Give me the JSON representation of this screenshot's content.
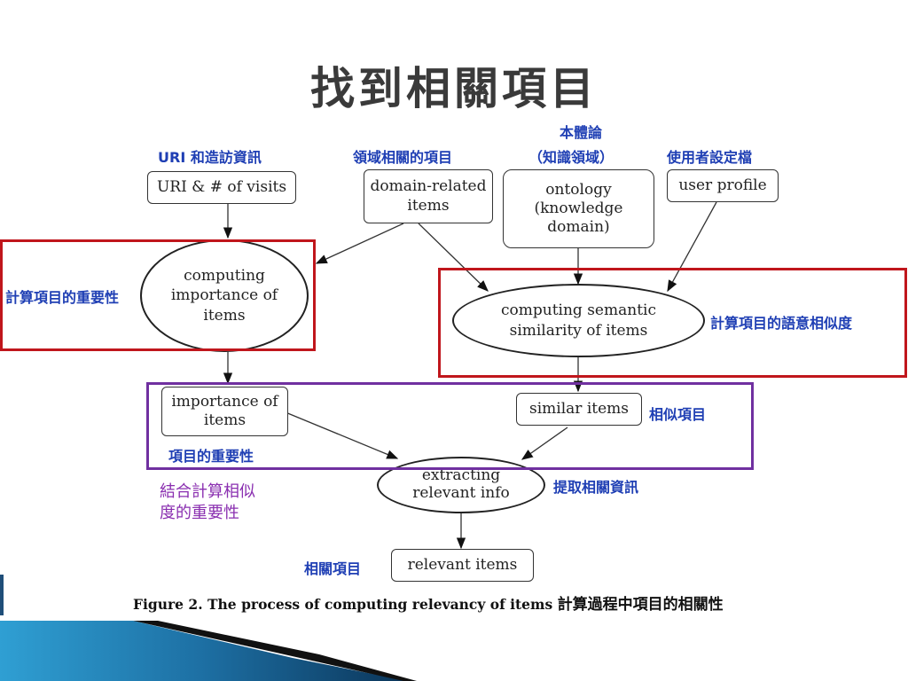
{
  "slide": {
    "title": "找到相關項目",
    "caption_en": "Figure 2. The process of computing relevancy of items",
    "caption_zh": "計算過程中項目的相關性"
  },
  "nodes": {
    "uri_visits": "URI & # of visits",
    "domain_items_1": "domain-related",
    "domain_items_2": "items",
    "ontology_1": "ontology",
    "ontology_2": "(knowledge",
    "ontology_3": "domain)",
    "user_profile": "user profile",
    "computing_importance_1": "computing",
    "computing_importance_2": "importance of",
    "computing_importance_3": "items",
    "computing_semantic_1": "computing semantic",
    "computing_semantic_2": "similarity of items",
    "importance_items_1": "importance of",
    "importance_items_2": "items",
    "similar_items": "similar items",
    "extracting_1": "extracting",
    "extracting_2": "relevant info",
    "relevant_items": "relevant items"
  },
  "labels": {
    "uri_zh": "URI 和造訪資訊",
    "domain_zh": "領域相關的項目",
    "ontology_zh_1": "本體論",
    "ontology_zh_2": "（知識領域）",
    "user_profile_zh": "使用者設定檔",
    "computing_importance_zh": "計算項目的重要性",
    "computing_semantic_zh": "計算項目的語意相似度",
    "importance_items_zh": "項目的重要性",
    "similar_items_zh": "相似項目",
    "extracting_zh": "提取相關資訊",
    "relevant_items_zh": "相關項目",
    "combine_zh_1": "結合計算相似",
    "combine_zh_2": "度的重要性"
  },
  "colors": {
    "red_highlight": "#c0161c",
    "purple_highlight": "#7030a0",
    "blue_label": "#1f3fb4",
    "accent_blue": "#2e8bc0"
  }
}
